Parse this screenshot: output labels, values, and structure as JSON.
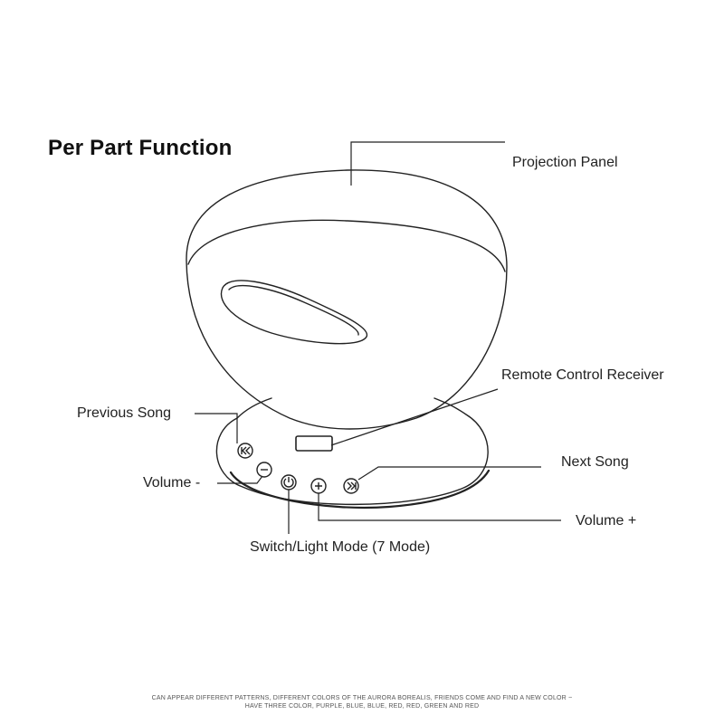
{
  "title": "Per Part Function",
  "labels": {
    "projection_panel": "Projection Panel",
    "remote_control_receiver": "Remote Control Receiver",
    "previous_song": "Previous Song",
    "next_song": "Next Song",
    "volume_down": "Volume -",
    "volume_up": "Volume +",
    "switch_light_mode": "Switch/Light Mode (7 Mode)"
  },
  "footer": {
    "line1": "CAN APPEAR DIFFERENT PATTERNS, DIFFERENT COLORS OF THE AURORA BOREALIS, FRIENDS COME AND FIND A NEW COLOR ~",
    "line2": "HAVE THREE COLOR, PURPLE, BLUE, BLUE, RED, RED, GREEN AND RED"
  },
  "icons": {
    "previous_song": "previous-track-icon",
    "volume_down": "minus-icon",
    "power": "power-icon",
    "volume_up": "plus-icon",
    "next_song": "next-track-icon"
  }
}
